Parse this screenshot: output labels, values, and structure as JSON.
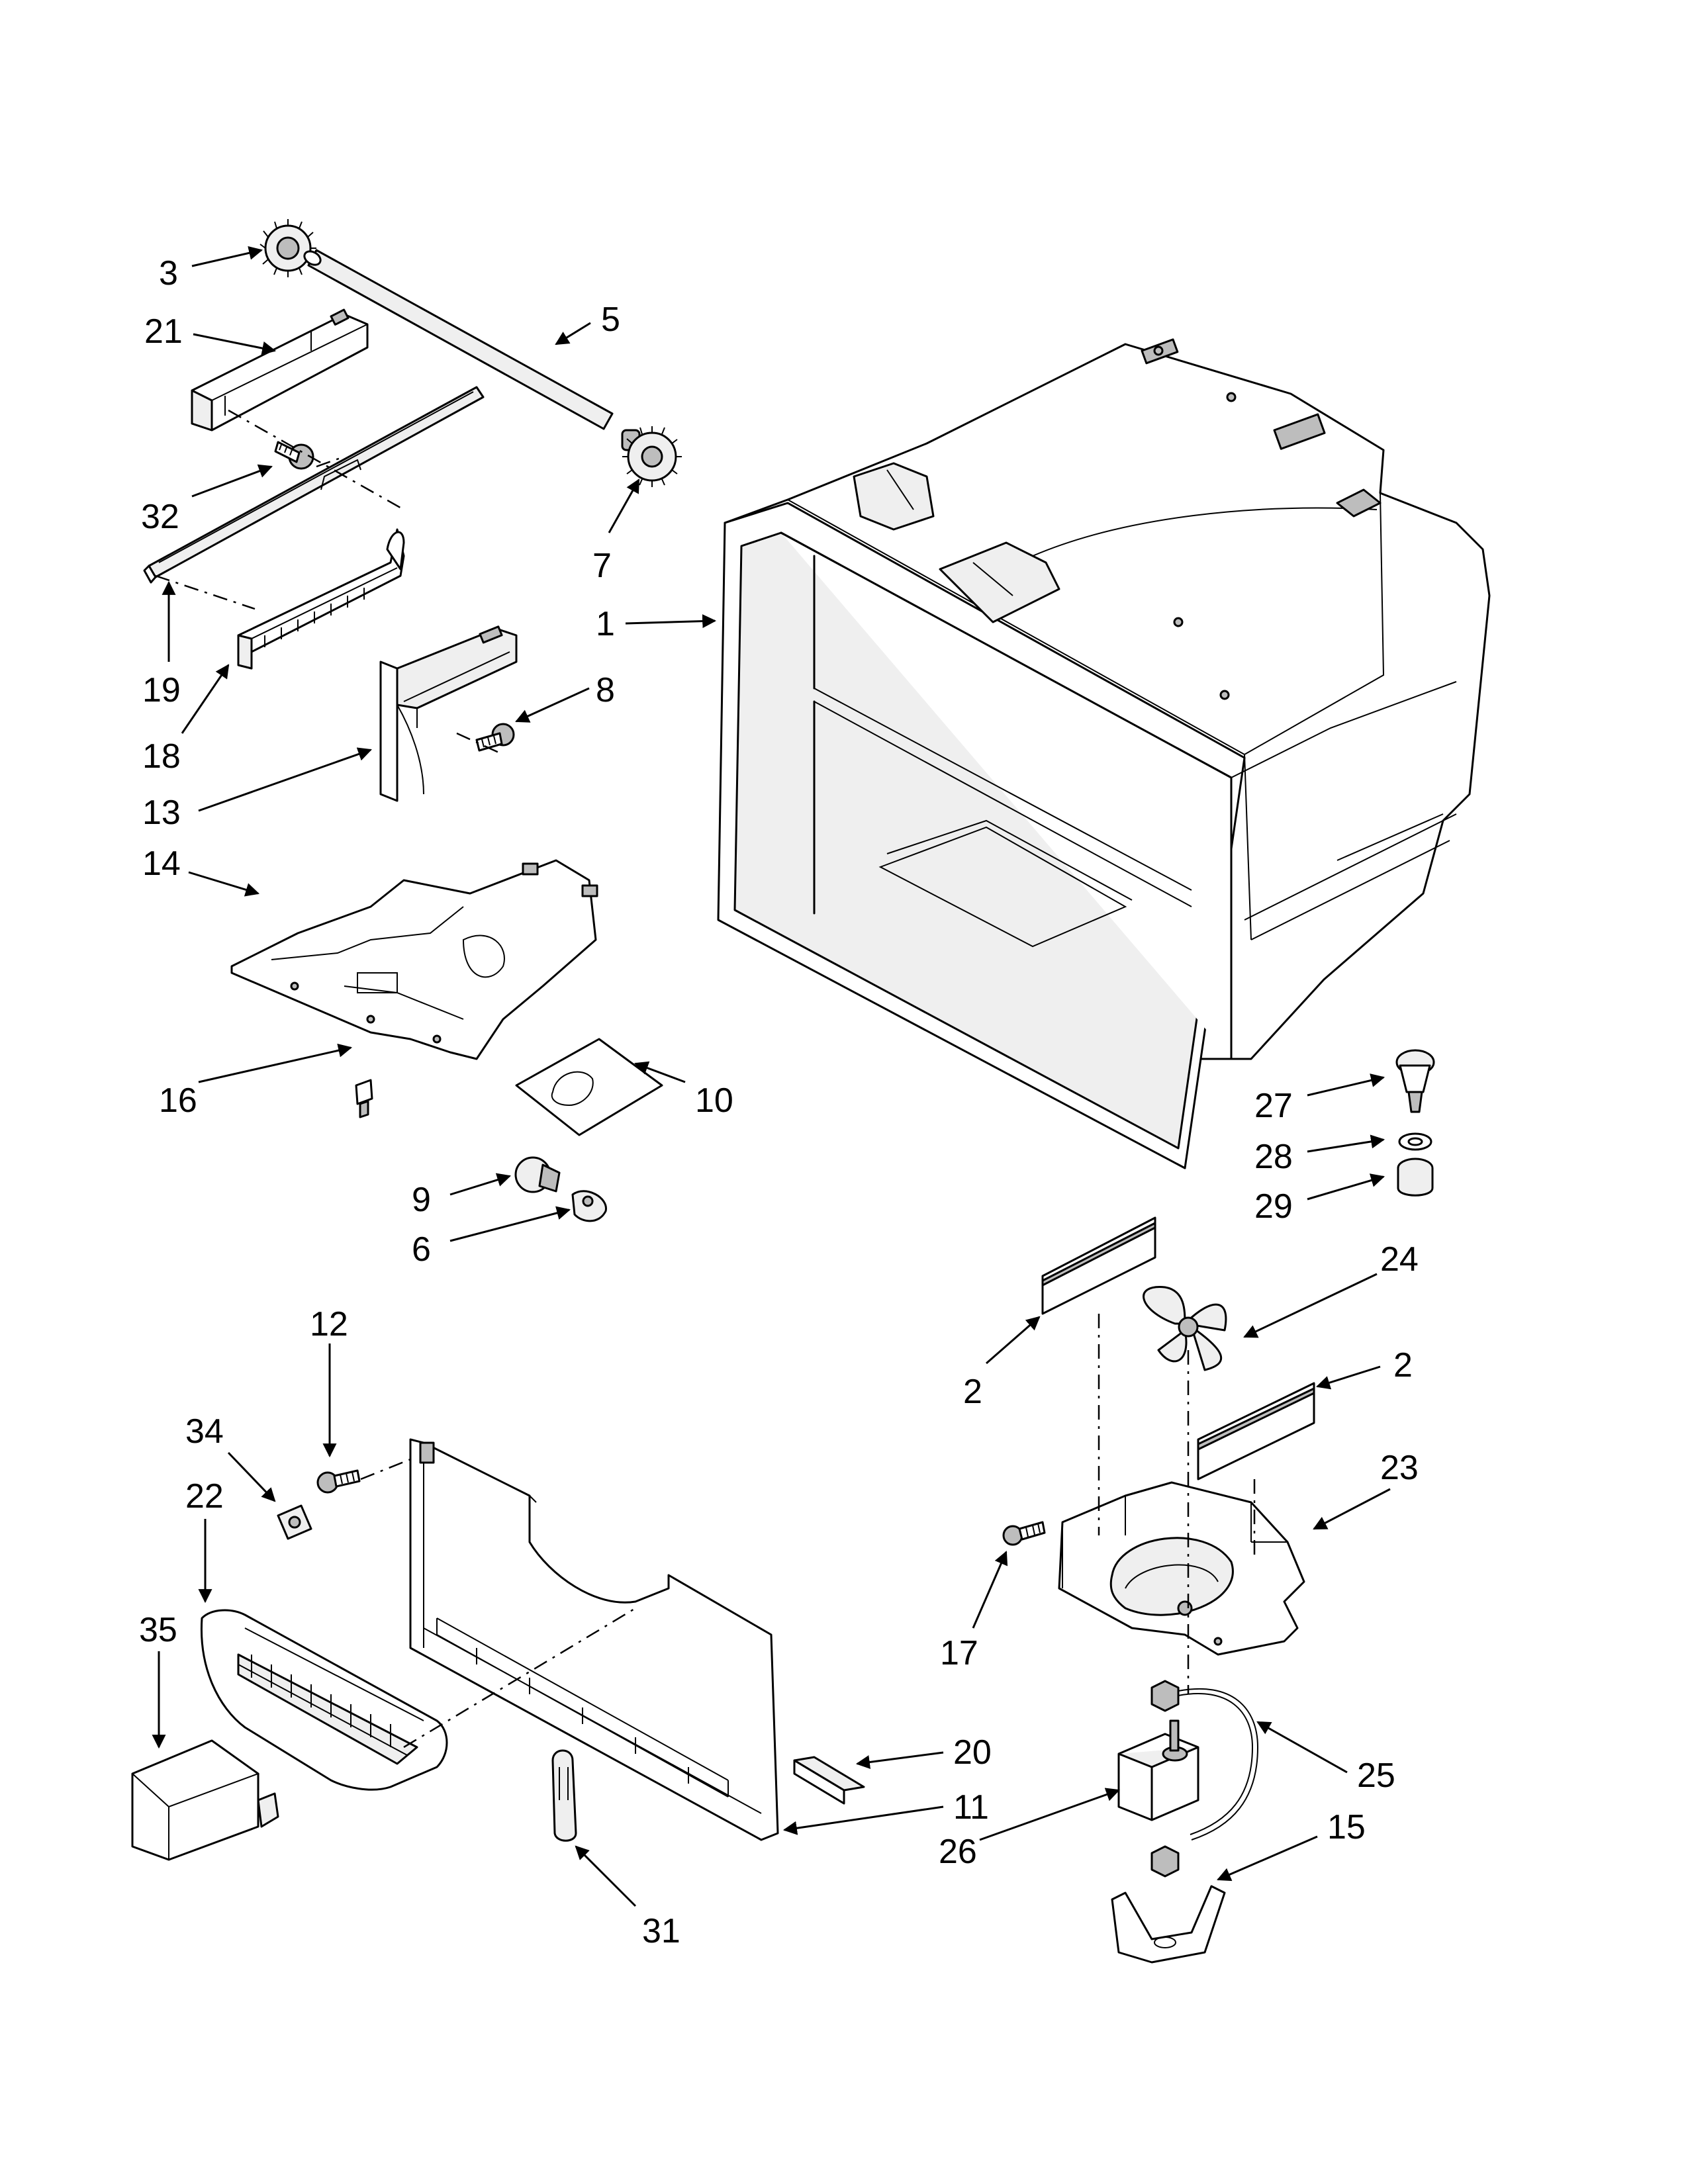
{
  "callouts": [
    {
      "id": "c3",
      "text": "3"
    },
    {
      "id": "c21",
      "text": "21"
    },
    {
      "id": "c5",
      "text": "5"
    },
    {
      "id": "c32",
      "text": "32"
    },
    {
      "id": "c7",
      "text": "7"
    },
    {
      "id": "c1",
      "text": "1"
    },
    {
      "id": "c19",
      "text": "19"
    },
    {
      "id": "c8",
      "text": "8"
    },
    {
      "id": "c18",
      "text": "18"
    },
    {
      "id": "c13",
      "text": "13"
    },
    {
      "id": "c14",
      "text": "14"
    },
    {
      "id": "c16",
      "text": "16"
    },
    {
      "id": "c10",
      "text": "10"
    },
    {
      "id": "c27",
      "text": "27"
    },
    {
      "id": "c28",
      "text": "28"
    },
    {
      "id": "c29",
      "text": "29"
    },
    {
      "id": "c9",
      "text": "9"
    },
    {
      "id": "c6",
      "text": "6"
    },
    {
      "id": "c24",
      "text": "24"
    },
    {
      "id": "c12",
      "text": "12"
    },
    {
      "id": "c2a",
      "text": "2"
    },
    {
      "id": "c2b",
      "text": "2"
    },
    {
      "id": "c34",
      "text": "34"
    },
    {
      "id": "c23",
      "text": "23"
    },
    {
      "id": "c22",
      "text": "22"
    },
    {
      "id": "c17",
      "text": "17"
    },
    {
      "id": "c35",
      "text": "35"
    },
    {
      "id": "c20",
      "text": "20"
    },
    {
      "id": "c25",
      "text": "25"
    },
    {
      "id": "c11",
      "text": "11"
    },
    {
      "id": "c26",
      "text": "26"
    },
    {
      "id": "c15",
      "text": "15"
    },
    {
      "id": "c31",
      "text": "31"
    }
  ]
}
